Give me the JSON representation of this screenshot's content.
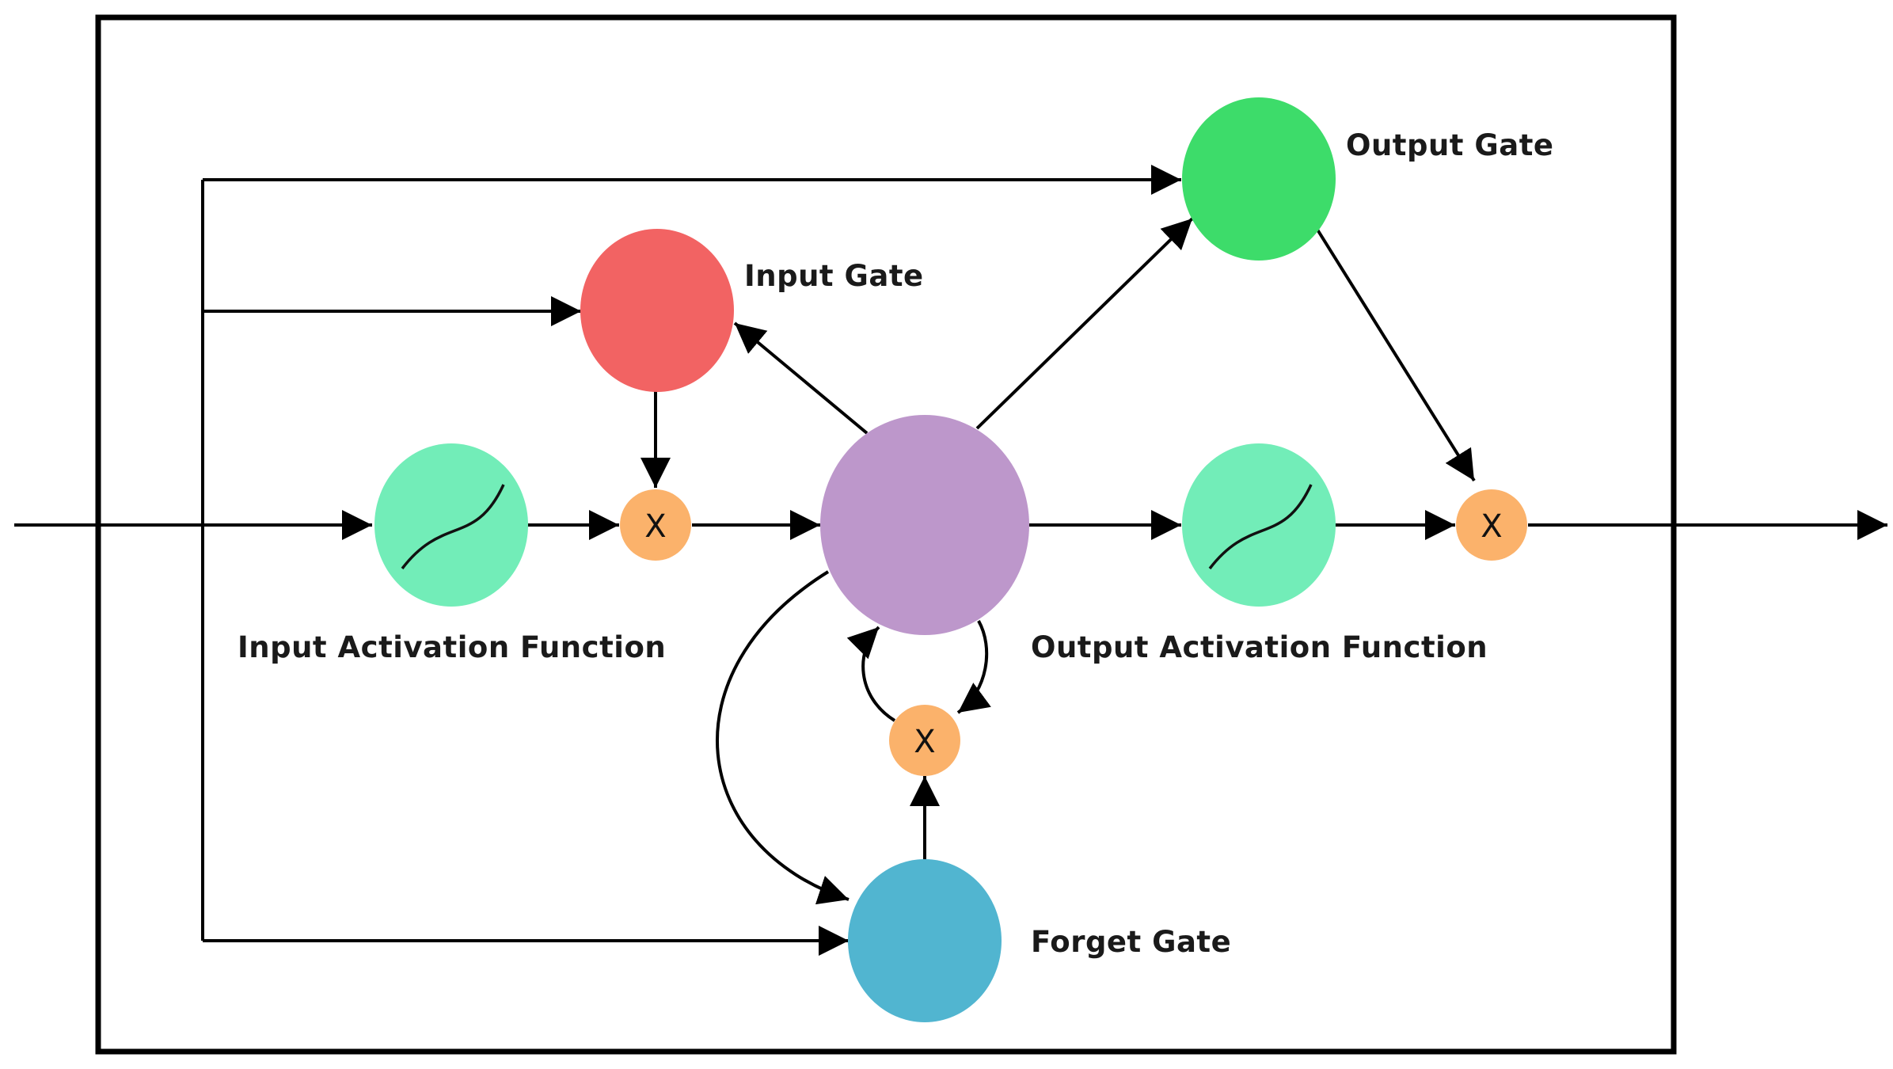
{
  "labels": {
    "output_gate": "Output Gate",
    "input_gate": "Input Gate",
    "input_activation": "Input Activation Function",
    "output_activation": "Output Activation Function",
    "forget_gate": "Forget Gate"
  },
  "multiply_symbol": "X",
  "colors": {
    "input_gate": "#f26363",
    "output_gate": "#3ddc6a",
    "activation": "#72edb8",
    "cell": "#bd97cb",
    "forget_gate": "#51b5d0",
    "multiply": "#fbb26b"
  }
}
